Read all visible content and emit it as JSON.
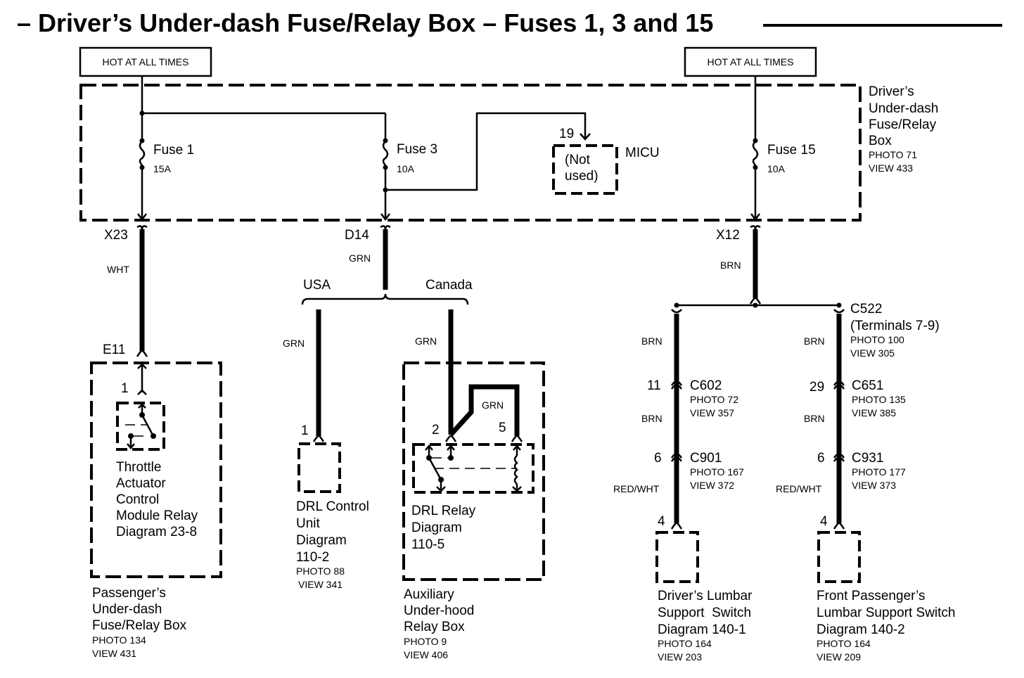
{
  "title": "– Driver’s Under-dash Fuse/Relay Box – Fuses 1, 3 and 15",
  "power_labels": [
    "HOT AT ALL TIMES",
    "HOT AT ALL TIMES"
  ],
  "fuse_box": {
    "lines": [
      "Driver’s",
      "Under-dash",
      "Fuse/Relay",
      "Box"
    ],
    "photo": "PHOTO 71",
    "view": "VIEW 433"
  },
  "fuses": [
    {
      "name": "Fuse 1",
      "rating": "15A"
    },
    {
      "name": "Fuse 3",
      "rating": "10A"
    },
    {
      "name": "Fuse 15",
      "rating": "10A"
    }
  ],
  "micu": {
    "label": "MICU",
    "pin": "19",
    "text_lines": [
      "(Not",
      "used)"
    ]
  },
  "connectors": {
    "x23": "X23",
    "d14": "D14",
    "x12": "X12",
    "e11": "E11"
  },
  "wire_colors": {
    "wht": "WHT",
    "grn_main": "GRN",
    "grn_usa": "GRN",
    "grn_canada": "GRN",
    "grn_jumper": "GRN",
    "brn_main": "BRN",
    "brn_left_1": "BRN",
    "brn_left_2": "BRN",
    "brn_right_1": "BRN",
    "brn_right_2": "BRN",
    "redwht_left": "RED/WHT",
    "redwht_right": "RED/WHT"
  },
  "branches": {
    "usa": "USA",
    "canada": "Canada"
  },
  "throttle": {
    "pin": "1",
    "lines": [
      "Throttle",
      "Actuator",
      "Control",
      "Module Relay",
      "Diagram 23-8"
    ],
    "box_lines": [
      "Passenger’s",
      "Under-dash",
      "Fuse/Relay Box"
    ],
    "photo": "PHOTO 134",
    "view": "VIEW 431"
  },
  "drl_control": {
    "pin": "1",
    "lines": [
      "DRL Control",
      "Unit",
      "Diagram",
      "110-2"
    ],
    "photo": "PHOTO 88",
    "view": "VIEW 341"
  },
  "drl_relay": {
    "pin_a": "2",
    "pin_b": "5",
    "lines": [
      "DRL Relay",
      "Diagram",
      "110-5"
    ],
    "box_lines": [
      "Auxiliary",
      "Under-hood",
      "Relay Box"
    ],
    "photo": "PHOTO 9",
    "view": "VIEW 406"
  },
  "splice": {
    "c522": "C522",
    "c522_sub": "(Terminals 7-9)",
    "c522_photo": "PHOTO 100",
    "c522_view": "VIEW 305"
  },
  "left_chain": [
    {
      "pin": "11",
      "conn": "C602",
      "photo": "PHOTO 72",
      "view": "VIEW 357"
    },
    {
      "pin": "6",
      "conn": "C901",
      "photo": "PHOTO 167",
      "view": "VIEW 372"
    }
  ],
  "right_chain": [
    {
      "pin": "29",
      "conn": "C651",
      "photo": "PHOTO 135",
      "view": "VIEW 385"
    },
    {
      "pin": "6",
      "conn": "C931",
      "photo": "PHOTO 177",
      "view": "VIEW 373"
    }
  ],
  "driver_lumbar": {
    "pin": "4",
    "lines": [
      "Driver’s Lumbar",
      "Support  Switch",
      "Diagram 140-1"
    ],
    "photo": "PHOTO 164",
    "view": "VIEW 203"
  },
  "passenger_lumbar": {
    "pin": "4",
    "lines": [
      "Front Passenger’s",
      "Lumbar Support Switch",
      "Diagram 140-2"
    ],
    "photo": "PHOTO 164",
    "view": "VIEW 209"
  }
}
